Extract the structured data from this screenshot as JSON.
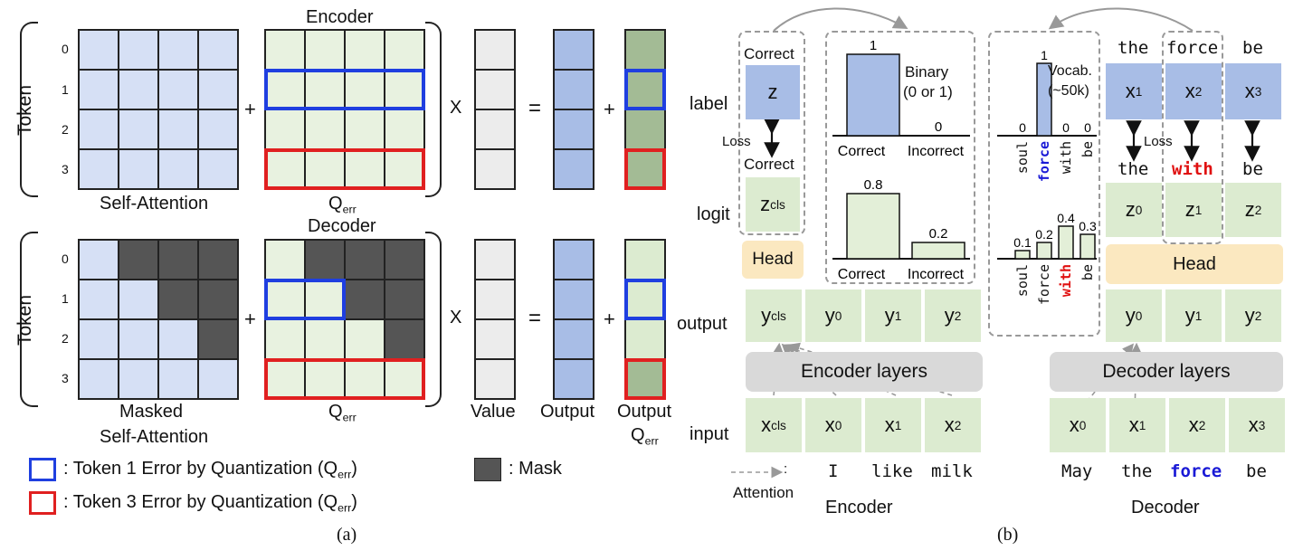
{
  "panel_a": {
    "caption": "(a)",
    "token_axis": "Token",
    "rows": [
      "0",
      "1",
      "2",
      "3"
    ],
    "encoder_title": "Encoder",
    "decoder_title": "Decoder",
    "self_attention": "Self-Attention",
    "masked_line1": "Masked",
    "masked_line2": "Self-Attention",
    "qerr": "Q",
    "qerr_sub": "err",
    "plus": "+",
    "times": "X",
    "equals": "=",
    "value": "Value",
    "output": "Output",
    "output_qerr": "Output",
    "legend_blue": ": Token 1 Error by Quantization (Q",
    "legend_red": ": Token 3 Error by Quantization (Q",
    "legend_close": ")",
    "legend_mask": ": Mask",
    "colors": {
      "attn": "#d6e0f5",
      "qerr": "#e8f2e0",
      "mask": "#555555",
      "value": "#ececec",
      "output": "#a8bde6",
      "outq": "#a3bb95",
      "outq_light": "#dcebd0",
      "blue": "#1f3fe0",
      "red": "#e02020"
    }
  },
  "panel_b": {
    "caption": "(b)",
    "encoder_label": "Encoder",
    "decoder_label": "Decoder",
    "attention_legend": "Attention",
    "row_labels": {
      "label": "label",
      "logit": "logit",
      "output": "output",
      "input": "input"
    },
    "enc": {
      "correct_top": "Correct",
      "z": "z",
      "loss": "Loss",
      "correct_mid": "Correct",
      "zcls": "z",
      "zcls_sub": "cls",
      "head": "Head",
      "outputs": [
        {
          "m": "y",
          "s": "cls"
        },
        {
          "m": "y",
          "s": "0"
        },
        {
          "m": "y",
          "s": "1"
        },
        {
          "m": "y",
          "s": "2"
        }
      ],
      "layers": "Encoder layers",
      "inputs": [
        {
          "m": "x",
          "s": "cls"
        },
        {
          "m": "x",
          "s": "0"
        },
        {
          "m": "x",
          "s": "1"
        },
        {
          "m": "x",
          "s": "2"
        }
      ],
      "tokens": [
        "",
        "I",
        "like",
        "milk"
      ],
      "binary_chart": {
        "values": [
          1,
          0
        ],
        "value_labels": [
          "1",
          "0"
        ],
        "categories": [
          "Correct",
          "Incorrect"
        ],
        "note1": "Binary",
        "note2": "(0 or 1)"
      },
      "logit_chart": {
        "values": [
          0.8,
          0.2
        ],
        "value_labels": [
          "0.8",
          "0.2"
        ],
        "categories": [
          "Correct",
          "Incorrect"
        ]
      }
    },
    "dec": {
      "top_tokens": [
        "the",
        "force",
        "be"
      ],
      "labels": [
        {
          "m": "x",
          "s": "1"
        },
        {
          "m": "x",
          "s": "2"
        },
        {
          "m": "x",
          "s": "3"
        }
      ],
      "loss": "Loss",
      "mid_tokens": [
        "the",
        "with",
        "be"
      ],
      "logits": [
        {
          "m": "z",
          "s": "0"
        },
        {
          "m": "z",
          "s": "1"
        },
        {
          "m": "z",
          "s": "2"
        }
      ],
      "head": "Head",
      "outputs": [
        {
          "m": "y",
          "s": "0"
        },
        {
          "m": "y",
          "s": "1"
        },
        {
          "m": "y",
          "s": "2"
        }
      ],
      "layers": "Decoder layers",
      "inputs": [
        {
          "m": "x",
          "s": "0"
        },
        {
          "m": "x",
          "s": "1"
        },
        {
          "m": "x",
          "s": "2"
        },
        {
          "m": "x",
          "s": "3"
        }
      ],
      "tokens": [
        "May",
        "the",
        "force",
        "be"
      ],
      "vocab_note1": "Vocab.",
      "vocab_note2": "(~50k)",
      "vocab_chart": {
        "values": [
          0,
          1,
          0,
          0
        ],
        "value_labels": [
          "0",
          "1",
          "0",
          "0"
        ],
        "categories": [
          "soul",
          "force",
          "with",
          "be"
        ]
      },
      "pred_chart": {
        "values": [
          0.1,
          0.2,
          0.4,
          0.3
        ],
        "value_labels": [
          "0.1",
          "0.2",
          "0.4",
          "0.3"
        ],
        "categories": [
          "soul",
          "force",
          "with",
          "be"
        ]
      }
    },
    "colors": {
      "blue_box": "#a8bde6",
      "green_box": "#dcebd0",
      "head": "#fbe8c0",
      "layers": "#d9d9d9",
      "blue_bar": "#a8bde6",
      "green_bar": "#e3efd8",
      "blue_text": "#1a1ad6",
      "red_text": "#e01010"
    }
  }
}
